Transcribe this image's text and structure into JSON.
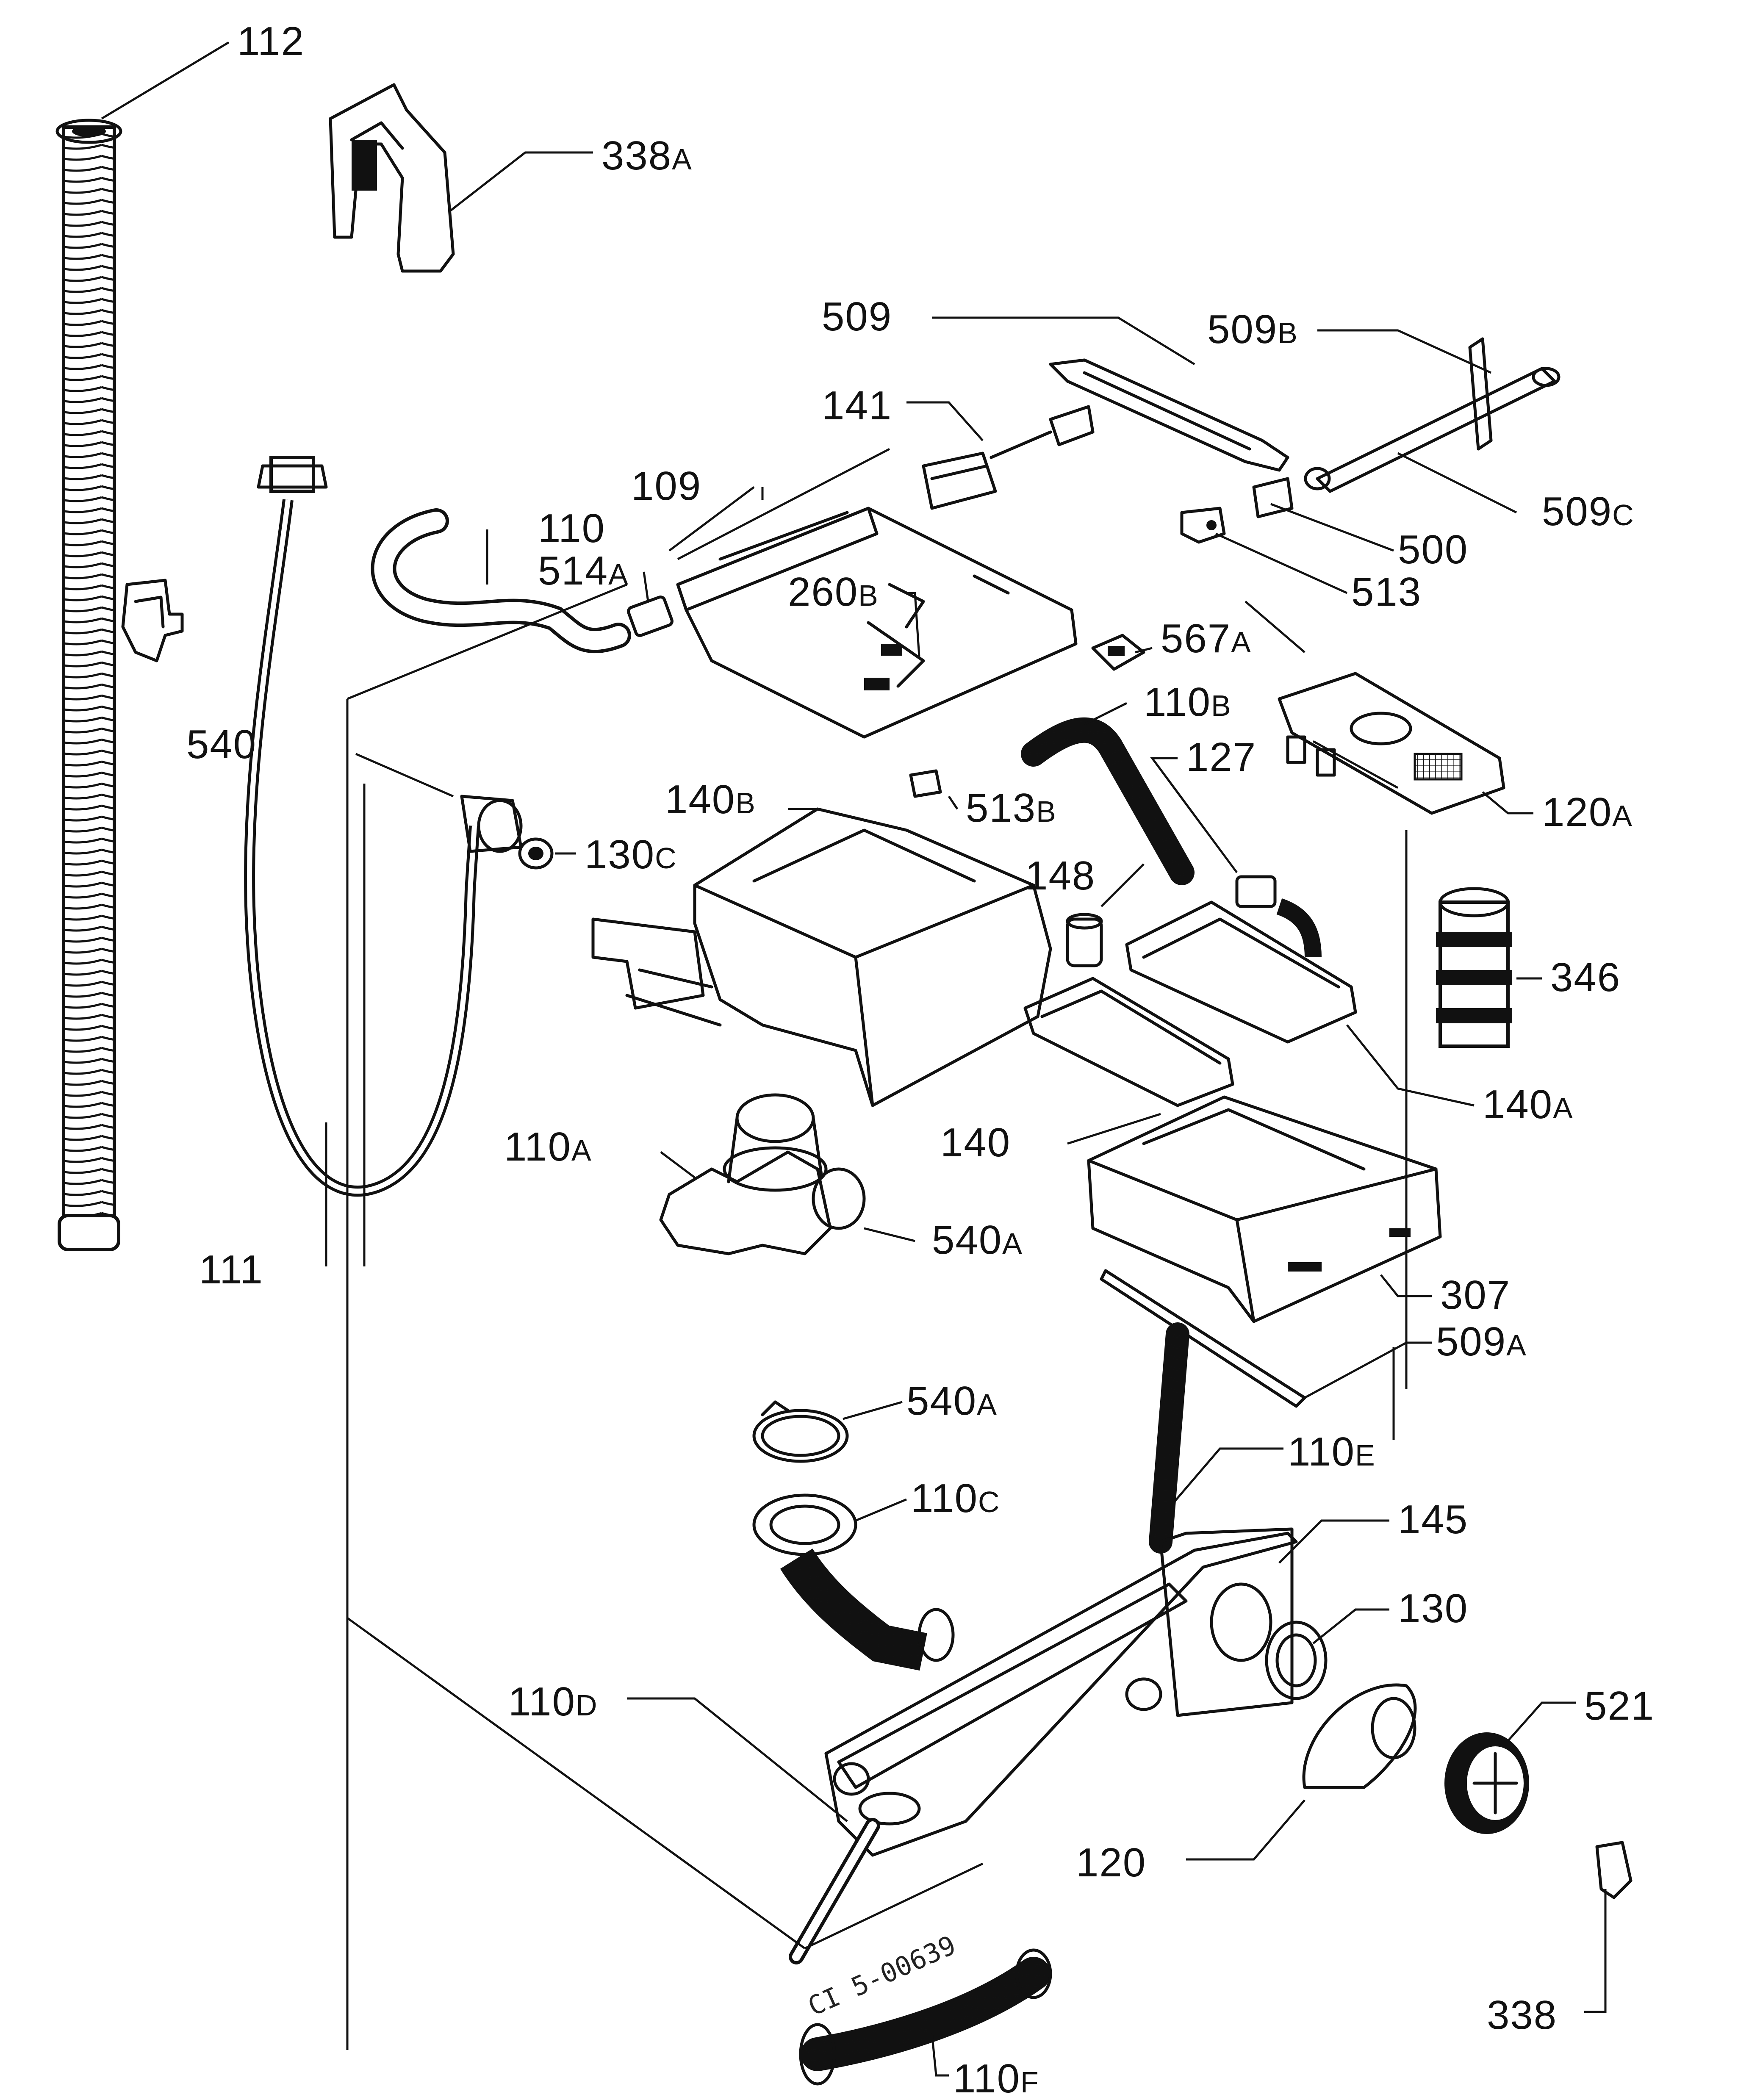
{
  "diagram": {
    "stamp": "CI 5-00639",
    "labels": {
      "l112": {
        "num": "112",
        "sfx": ""
      },
      "l338a": {
        "num": "338",
        "sfx": "A"
      },
      "l509": {
        "num": "509",
        "sfx": ""
      },
      "l509b": {
        "num": "509",
        "sfx": "B"
      },
      "l141": {
        "num": "141",
        "sfx": ""
      },
      "l109": {
        "num": "109",
        "sfx": ""
      },
      "l110": {
        "num": "110",
        "sfx": ""
      },
      "l514a": {
        "num": "514",
        "sfx": "A"
      },
      "l509c": {
        "num": "509",
        "sfx": "C"
      },
      "l500": {
        "num": "500",
        "sfx": ""
      },
      "l513": {
        "num": "513",
        "sfx": ""
      },
      "l260b": {
        "num": "260",
        "sfx": "B"
      },
      "l567a": {
        "num": "567",
        "sfx": "A"
      },
      "l540": {
        "num": "540",
        "sfx": ""
      },
      "l110b": {
        "num": "110",
        "sfx": "B"
      },
      "l127": {
        "num": "127",
        "sfx": ""
      },
      "l140b": {
        "num": "140",
        "sfx": "B"
      },
      "l513b": {
        "num": "513",
        "sfx": "B"
      },
      "l120a": {
        "num": "120",
        "sfx": "A"
      },
      "l130c": {
        "num": "130",
        "sfx": "C"
      },
      "l148": {
        "num": "148",
        "sfx": ""
      },
      "l346": {
        "num": "346",
        "sfx": ""
      },
      "l140a": {
        "num": "140",
        "sfx": "A"
      },
      "l110a": {
        "num": "110",
        "sfx": "A"
      },
      "l140": {
        "num": "140",
        "sfx": ""
      },
      "l540a1": {
        "num": "540",
        "sfx": "A"
      },
      "l111": {
        "num": "111",
        "sfx": ""
      },
      "l307": {
        "num": "307",
        "sfx": ""
      },
      "l509a": {
        "num": "509",
        "sfx": "A"
      },
      "l540a2": {
        "num": "540",
        "sfx": "A"
      },
      "l110e": {
        "num": "110",
        "sfx": "E"
      },
      "l110c": {
        "num": "110",
        "sfx": "C"
      },
      "l145": {
        "num": "145",
        "sfx": ""
      },
      "l130": {
        "num": "130",
        "sfx": ""
      },
      "l110d": {
        "num": "110",
        "sfx": "D"
      },
      "l521": {
        "num": "521",
        "sfx": ""
      },
      "l120": {
        "num": "120",
        "sfx": ""
      },
      "l338": {
        "num": "338",
        "sfx": ""
      },
      "l110f": {
        "num": "110",
        "sfx": "F"
      }
    }
  }
}
